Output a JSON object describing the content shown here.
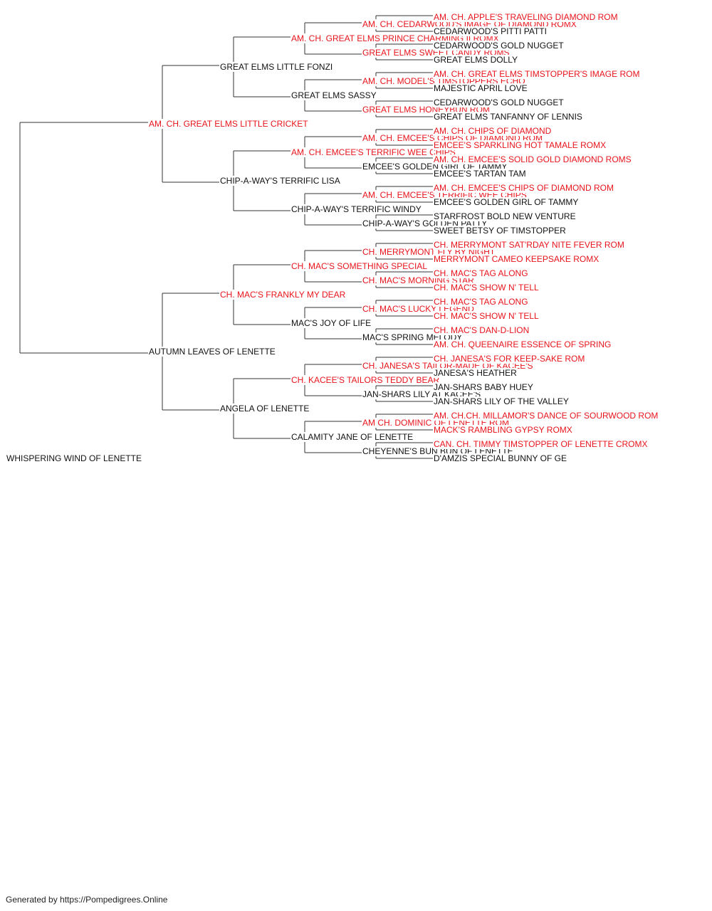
{
  "colors": {
    "champion": "#e8141c",
    "regular": "#111111",
    "connector": "#333333"
  },
  "pedigree": {
    "name": "WHISPERING WIND OF LENETTE",
    "champion": false,
    "sire": {
      "name": "AM. CH. GREAT ELMS LITTLE CRICKET",
      "champion": true,
      "sire": {
        "name": "GREAT ELMS LITTLE FONZI",
        "champion": false,
        "sire": {
          "name": "AM. CH. GREAT ELMS PRINCE CHARMING II ROMX",
          "champion": true,
          "sire": {
            "name": "AM. CH. CEDARWOOD'S IMAGE OF DIAMOND ROMX",
            "champion": true,
            "sire": {
              "name": "AM. CH. APPLE'S TRAVELING DIAMOND ROM",
              "champion": true
            },
            "dam": {
              "name": "CEDARWOOD'S PITTI PATTI",
              "champion": false
            }
          },
          "dam": {
            "name": "GREAT ELMS SWEET CANDY ROMS",
            "champion": true,
            "sire": {
              "name": "CEDARWOOD'S GOLD NUGGET",
              "champion": false
            },
            "dam": {
              "name": "GREAT ELMS DOLLY",
              "champion": false
            }
          }
        },
        "dam": {
          "name": "GREAT ELMS SASSY",
          "champion": false,
          "sire": {
            "name": "AM. CH. MODEL'S TIMSTOPPERS ECHO",
            "champion": true,
            "sire": {
              "name": "AM. CH. GREAT ELMS TIMSTOPPER'S IMAGE ROM",
              "champion": true
            },
            "dam": {
              "name": "MAJESTIC APRIL LOVE",
              "champion": false
            }
          },
          "dam": {
            "name": "GREAT ELMS HONEYBUN ROM",
            "champion": true,
            "sire": {
              "name": "CEDARWOOD'S GOLD NUGGET",
              "champion": false
            },
            "dam": {
              "name": "GREAT ELMS TANFANNY OF LENNIS",
              "champion": false
            }
          }
        }
      },
      "dam": {
        "name": "CHIP-A-WAY'S TERRIFIC LISA",
        "champion": false,
        "sire": {
          "name": "AM. CH. EMCEE'S TERRIFIC WEE CHIPS",
          "champion": true,
          "sire": {
            "name": "AM. CH. EMCEE'S CHIPS OF DIAMOND ROM",
            "champion": true,
            "sire": {
              "name": "AM. CH. CHIPS OF DIAMOND",
              "champion": true
            },
            "dam": {
              "name": "EMCEE'S SPARKLING HOT TAMALE ROMX",
              "champion": true
            }
          },
          "dam": {
            "name": "EMCEE'S GOLDEN GIRL OF TAMMY",
            "champion": false,
            "sire": {
              "name": "AM. CH. EMCEE'S SOLID GOLD DIAMOND ROMS",
              "champion": true
            },
            "dam": {
              "name": "EMCEE'S TARTAN TAM",
              "champion": false
            }
          }
        },
        "dam": {
          "name": "CHIP-A-WAY'S TERRIFIC WINDY",
          "champion": false,
          "sire": {
            "name": "AM. CH. EMCEE'S TERRIFIC WEE CHIPS",
            "champion": true,
            "sire": {
              "name": "AM. CH. EMCEE'S CHIPS OF DIAMOND ROM",
              "champion": true
            },
            "dam": {
              "name": "EMCEE'S GOLDEN GIRL OF TAMMY",
              "champion": false
            }
          },
          "dam": {
            "name": "CHIP-A-WAY'S GOLDEN PATTY",
            "champion": false,
            "sire": {
              "name": "STARFROST BOLD NEW VENTURE",
              "champion": false
            },
            "dam": {
              "name": "SWEET BETSY OF TIMSTOPPER",
              "champion": false
            }
          }
        }
      }
    },
    "dam": {
      "name": "AUTUMN LEAVES OF LENETTE",
      "champion": false,
      "sire": {
        "name": "CH. MAC'S FRANKLY MY DEAR",
        "champion": true,
        "sire": {
          "name": "CH. MAC'S SOMETHING SPECIAL",
          "champion": true,
          "sire": {
            "name": "CH. MERRYMONT FLY BY NIGHT",
            "champion": true,
            "sire": {
              "name": "CH. MERRYMONT SAT'RDAY NITE FEVER ROM",
              "champion": true
            },
            "dam": {
              "name": "MERRYMONT CAMEO KEEPSAKE ROMX",
              "champion": true
            }
          },
          "dam": {
            "name": "CH. MAC'S MORNING STAR",
            "champion": true,
            "sire": {
              "name": "CH. MAC'S TAG ALONG",
              "champion": true
            },
            "dam": {
              "name": "CH. MAC'S SHOW N' TELL",
              "champion": true
            }
          }
        },
        "dam": {
          "name": "MAC'S JOY OF LIFE",
          "champion": false,
          "sire": {
            "name": "CH. MAC'S LUCKY LEGEND",
            "champion": true,
            "sire": {
              "name": "CH. MAC'S TAG ALONG",
              "champion": true
            },
            "dam": {
              "name": "CH. MAC'S SHOW N' TELL",
              "champion": true
            }
          },
          "dam": {
            "name": "MAC'S SPRING MELODY",
            "champion": false,
            "sire": {
              "name": "CH. MAC'S DAN-D-LION",
              "champion": true
            },
            "dam": {
              "name": "AM. CH. QUEENAIRE ESSENCE OF SPRING",
              "champion": true
            }
          }
        }
      },
      "dam": {
        "name": "ANGELA OF LENETTE",
        "champion": false,
        "sire": {
          "name": "CH. KACEE'S TAILORS TEDDY BEAR",
          "champion": true,
          "sire": {
            "name": "CH. JANESA'S TAILOR-MADE OF KACEE'S",
            "champion": true,
            "sire": {
              "name": "CH. JANESA'S FOR KEEP-SAKE ROM",
              "champion": true
            },
            "dam": {
              "name": "JANESA'S HEATHER",
              "champion": false
            }
          },
          "dam": {
            "name": "JAN-SHARS LILY AT KACEE'S",
            "champion": false,
            "sire": {
              "name": "JAN-SHARS BABY HUEY",
              "champion": false
            },
            "dam": {
              "name": "JAN-SHARS LILY OF THE VALLEY",
              "champion": false
            }
          }
        },
        "dam": {
          "name": "CALAMITY JANE OF LENETTE",
          "champion": false,
          "sire": {
            "name": "AM CH. DOMINIC OF LENETTE ROM",
            "champion": true,
            "sire": {
              "name": "AM. CH.CH. MILLAMOR'S DANCE OF SOURWOOD ROM",
              "champion": true
            },
            "dam": {
              "name": "MACK'S RAMBLING GYPSY ROMX",
              "champion": true
            }
          },
          "dam": {
            "name": "CHEYENNE'S BUN BUN OF LENETTE",
            "champion": false,
            "sire": {
              "name": "CAN. CH. TIMMY TIMSTOPPER OF LENETTE CROMX",
              "champion": true
            },
            "dam": {
              "name": "D'AMZIS SPECIAL BUNNY OF GE",
              "champion": false
            }
          }
        }
      }
    }
  },
  "footer": {
    "text": "Generated by https://Pompedigrees.Online"
  }
}
